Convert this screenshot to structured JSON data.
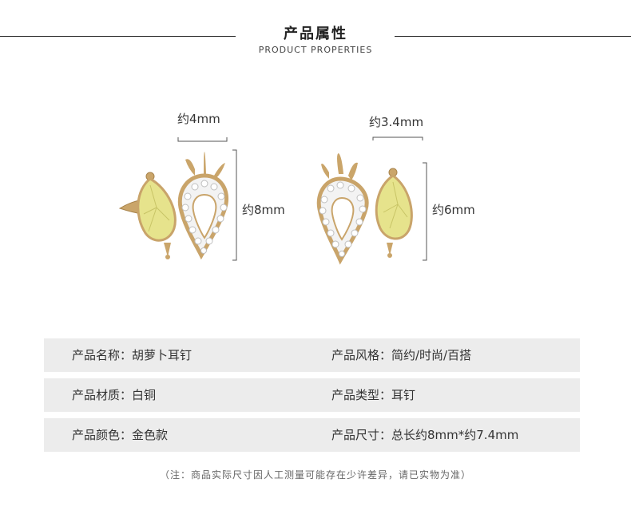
{
  "header": {
    "title": "产品属性",
    "subtitle": "PRODUCT PROPERTIES"
  },
  "dimensions": {
    "left_width": "约4mm",
    "left_height": "约8mm",
    "right_width": "约3.4mm",
    "right_height": "约6mm"
  },
  "colors": {
    "gold": "#c9a46a",
    "stone": "#e4e28a",
    "row_bg": "#ececec"
  },
  "properties": [
    {
      "left": "产品名称：胡萝卜耳钉",
      "right": "产品风格：简约/时尚/百搭"
    },
    {
      "left": "产品材质：白铜",
      "right": "产品类型：耳钉"
    },
    {
      "left": "产品颜色：金色款",
      "right": "产品尺寸：总长约8mm*约7.4mm"
    }
  ],
  "note": "（注：商品实际尺寸因人工测量可能存在少许差异，请已实物为准）"
}
